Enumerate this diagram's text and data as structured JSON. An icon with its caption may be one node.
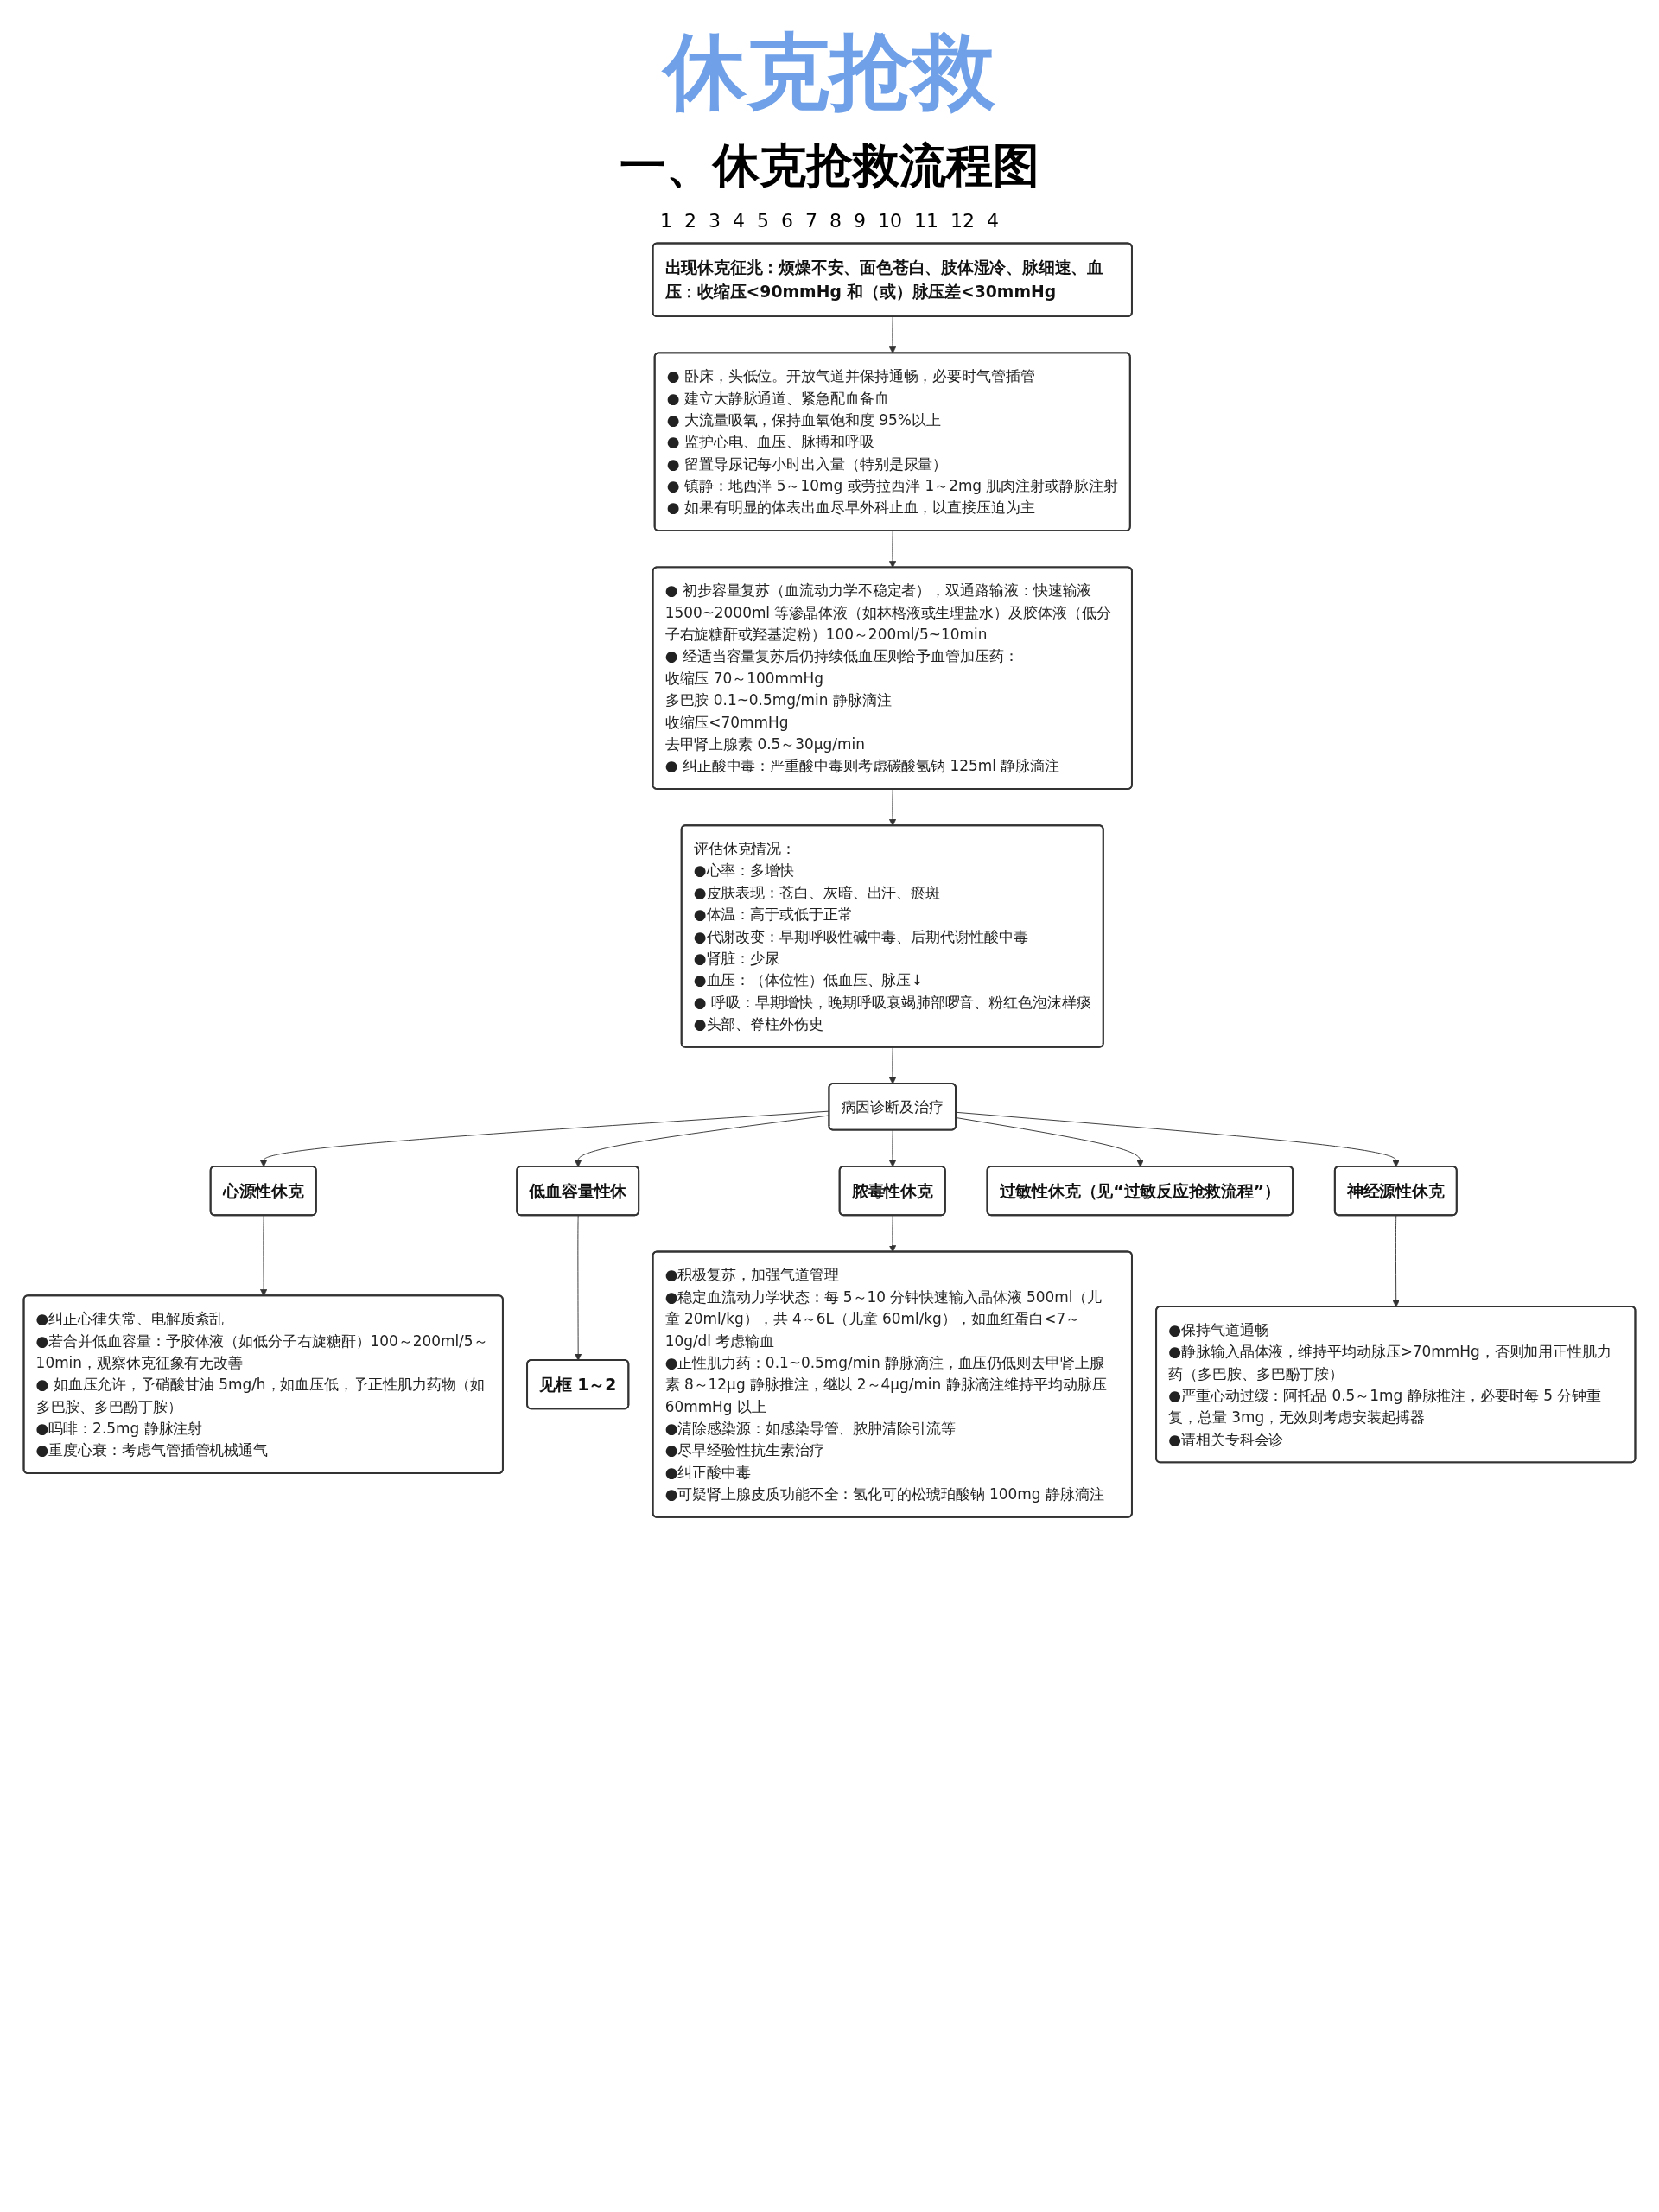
{
  "diagram": {
    "title": "休克抢救",
    "nodes": [
      {
        "text": [
          "出现休克征兆：烦燥不安、面色苍白、肢体湿冷、脉细速、血压：收缩压<90mmHg 和（或）脉压差<30mmHg"
        ]
      },
      {
        "text": [
          "● 卧床，头低位。开放气道并保持通畅，必要时气管插管",
          "● 建立大静脉通道、紧急配血备血",
          "● 大流量吸氧，保持血氧饱和度 95%以上",
          "● 监护心电、血压、脉搏和呼吸",
          "● 留置导尿记每小时出入量（特别是尿量）",
          "● 镇静：地西泮 5～10mg 或劳拉西泮 1～2mg 肌肉注射或静脉注射",
          "● 如果有明显的体表出血尽早外科止血，以直接压迫为主"
        ]
      },
      {
        "text": [
          "● 初步容量复苏（血流动力学不稳定者），双通路输液：快速输液 1500~2000ml 等渗晶体液（如林格液或生理盐水）及胶体液（低分子右旋糖酐或羟基淀粉）100～200ml/5~10min",
          "● 经适当容量复苏后仍持续低血压则给予血管加压药：",
          "收缩压 70～100mmHg",
          "多巴胺 0.1~0.5mg/min 静脉滴注",
          "收缩压<70mmHg",
          "去甲肾上腺素 0.5～30μg/min",
          "● 纠正酸中毒：严重酸中毒则考虑碳酸氢钠 125ml 静脉滴注"
        ]
      },
      {
        "text": [
          "评估休克情况：",
          "●心率：多增快",
          "●皮肤表现：苍白、灰暗、出汗、瘀斑",
          "●体温：高于或低于正常",
          "●代谢改变：早期呼吸性碱中毒、后期代谢性酸中毒",
          "●肾脏：少尿",
          "●血压：（体位性）低血压、脉压↓",
          "● 呼吸：早期增快，晚期呼吸衰竭肺部啰音、粉红色泡沫样痰",
          "●头部、脊柱外伤史"
        ]
      },
      {
        "text": [
          "病因诊断及治疗"
        ]
      },
      {
        "text": [
          "心源性休克"
        ]
      },
      {
        "text": [
          "低血容量性休"
        ]
      },
      {
        "text": [
          "脓毒性休克"
        ]
      },
      {
        "text": [
          "过敏性休克（见“过敏反应抢救流程”）"
        ]
      },
      {
        "text": [
          "神经源性休克"
        ]
      },
      {
        "text": [
          "●纠正心律失常、电解质紊乱",
          "●若合并低血容量：予胶体液（如低分子右旋糖酐）100～200ml/5～10min，观察休克征象有无改善",
          "● 如血压允许，予硝酸甘油 5mg/h，如血压低，予正性肌力药物（如多巴胺、多巴酚丁胺）",
          "●吗啡：2.5mg 静脉注射",
          "●重度心衰：考虑气管插管机械通气"
        ]
      },
      {
        "text": [
          "●积极复苏，加强气道管理",
          "●稳定血流动力学状态：每 5～10 分钟快速输入晶体液 500ml（儿童 20ml/kg），共 4～6L（儿童 60ml/kg），如血红蛋白<7～10g/dl 考虑输血",
          "●正性肌力药：0.1~0.5mg/min 静脉滴注，血压仍低则去甲肾上腺素 8～12μg 静脉推注，继以 2～4μg/min 静脉滴注维持平均动脉压 60mmHg 以上",
          "●清除感染源：如感染导管、脓肿清除引流等",
          "●尽早经验性抗生素治疗",
          "●纠正酸中毒",
          "●可疑肾上腺皮质功能不全：氢化可的松琥珀酸钠 100mg 静脉滴注"
        ]
      },
      {
        "text": [
          "●保持气道通畅",
          "●静脉输入晶体液，维持平均动脉压>70mmHg，否则加用正性肌力药（多巴胺、多巴酚丁胺）",
          "●严重心动过缓：阿托品 0.5～1mg 静脉推注，必要时每 5 分钟重复，总量 3mg，无效则考虑安装起搏器",
          "●请相关专科会诊"
        ]
      },
      {
        "text": [
          "见框 1～2"
        ]
      }
    ],
    "edges": [
      {
        "from": 0,
        "to": 1,
        "arrow": "to"
      },
      {
        "from": 1,
        "to": 2,
        "arrow": "to"
      },
      {
        "from": 2,
        "to": 3,
        "arrow": "to"
      },
      {
        "from": 3,
        "to": 4,
        "arrow": "to"
      },
      {
        "from": 4,
        "to": 5,
        "arrow": "to"
      },
      {
        "from": 4,
        "to": 6,
        "arrow": "to"
      },
      {
        "from": 4,
        "to": 7,
        "arrow": "to"
      },
      {
        "from": 4,
        "to": 8,
        "arrow": "to"
      },
      {
        "from": 4,
        "to": 9,
        "arrow": "to"
      },
      {
        "from": 5,
        "to": 10,
        "arrow": "to"
      },
      {
        "from": 6,
        "to": 13,
        "arrow": "to"
      },
      {
        "from": 7,
        "to": 11,
        "arrow": "to"
      },
      {
        "from": 9,
        "to": 12,
        "arrow": "to"
      }
    ],
    "labels": [
      "一、休克抢救流程图",
      "1",
      "2",
      "3",
      "4",
      "5",
      "6",
      "7",
      "8",
      "9",
      "10",
      "11",
      "12",
      "4"
    ]
  }
}
